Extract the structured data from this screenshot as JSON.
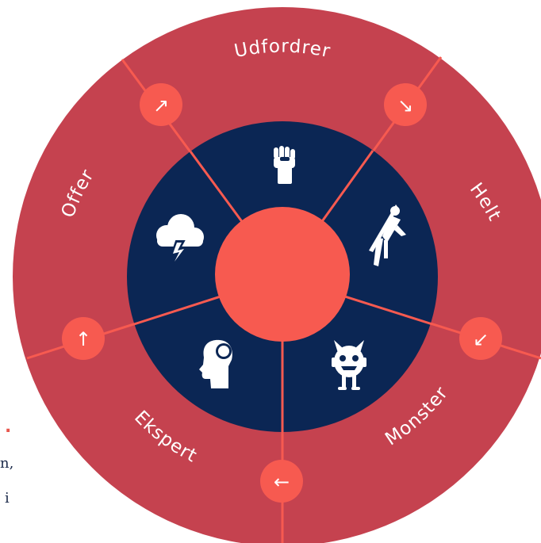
{
  "colors": {
    "outer_ring": "#c5424f",
    "inner_disc": "#0b2654",
    "center": "#f75a50",
    "node": "#f75a50",
    "line": "#f75a50",
    "icon": "#ffffff"
  },
  "roles": [
    {
      "label": "Udfordrer",
      "icon": "raised-fist-icon"
    },
    {
      "label": "Helt",
      "icon": "flying-hero-icon"
    },
    {
      "label": "Monster",
      "icon": "monster-icon"
    },
    {
      "label": "Ekspert",
      "icon": "head-brain-icon"
    },
    {
      "label": "Offer",
      "icon": "storm-cloud-icon"
    }
  ],
  "transitions": [
    {
      "from": "Offer",
      "to": "Udfordrer",
      "glyph": "↗"
    },
    {
      "from": "Udfordrer",
      "to": "Helt",
      "glyph": "↘"
    },
    {
      "from": "Helt",
      "to": "Monster",
      "glyph": "↙"
    },
    {
      "from": "Monster",
      "to": "Ekspert",
      "glyph": "←"
    },
    {
      "from": "Ekspert",
      "to": "Offer",
      "glyph": "↑"
    }
  ],
  "background_text": {
    "dot": ".",
    "line1": "n,",
    "line2": "i"
  }
}
